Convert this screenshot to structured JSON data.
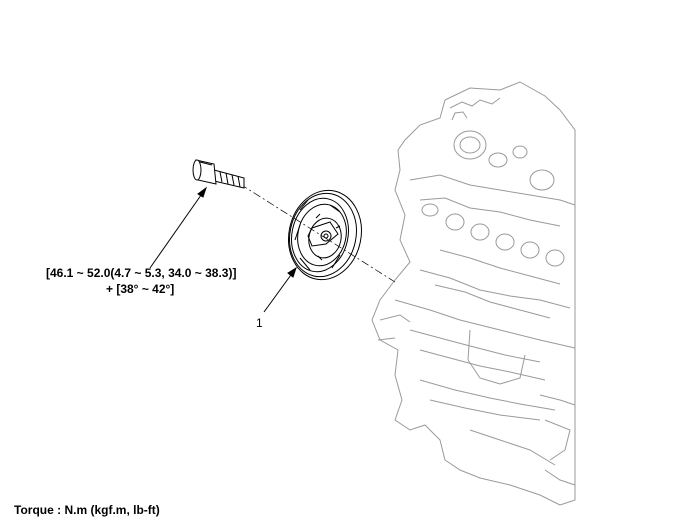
{
  "torque_spec": {
    "line1": "[46.1 ~ 52.0(4.7 ~ 5.3, 34.0 ~ 38.3)]",
    "line2": "+ [38° ~ 42°]"
  },
  "part_label": "1",
  "footer": {
    "torque_units": "Torque : N.m (kgf.m, lb-ft)"
  },
  "icons": [
    "bolt-icon",
    "crankshaft-pulley-icon",
    "engine-block-icon"
  ],
  "colors": {
    "line": "#000000",
    "engine_outline": "#9a9a9a",
    "background": "#ffffff"
  }
}
